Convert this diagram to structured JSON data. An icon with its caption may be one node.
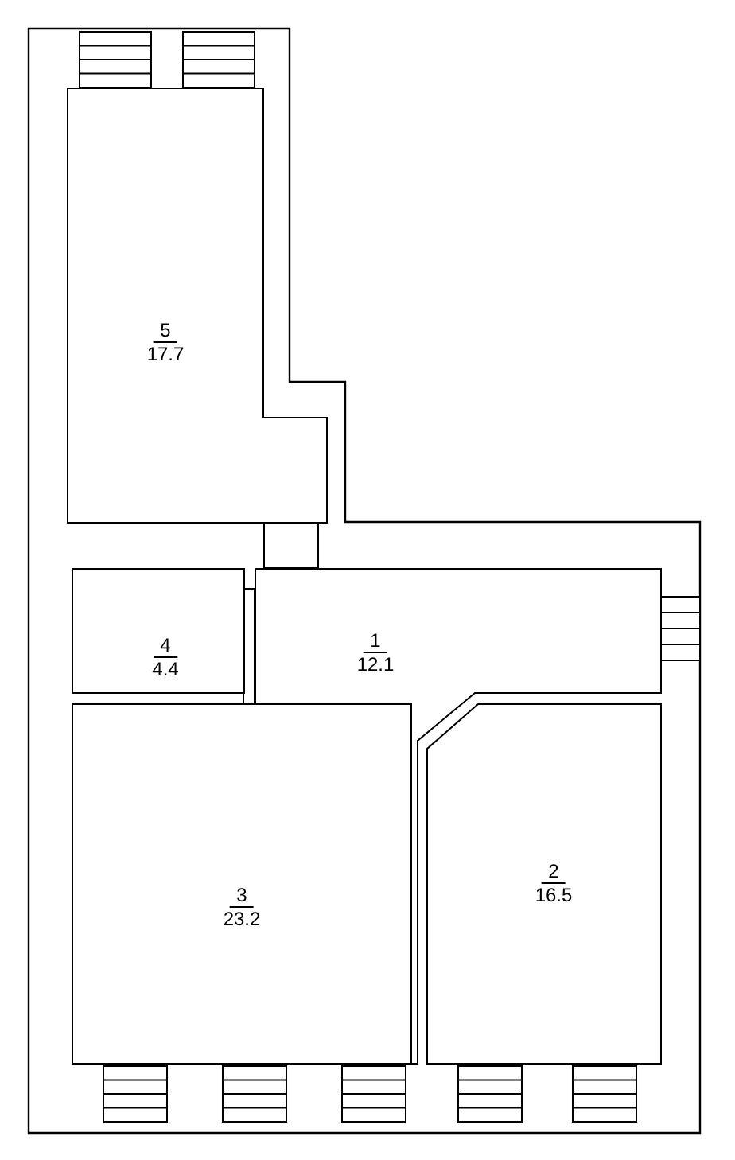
{
  "diagram": {
    "nodes": [
      {
        "text": [
          "5",
          "17.7"
        ]
      },
      {
        "text": [
          "4",
          "4.4"
        ]
      },
      {
        "text": [
          "1",
          "12.1"
        ]
      },
      {
        "text": [
          "3",
          "23.2"
        ]
      },
      {
        "text": [
          "2",
          "16.5"
        ]
      }
    ]
  }
}
